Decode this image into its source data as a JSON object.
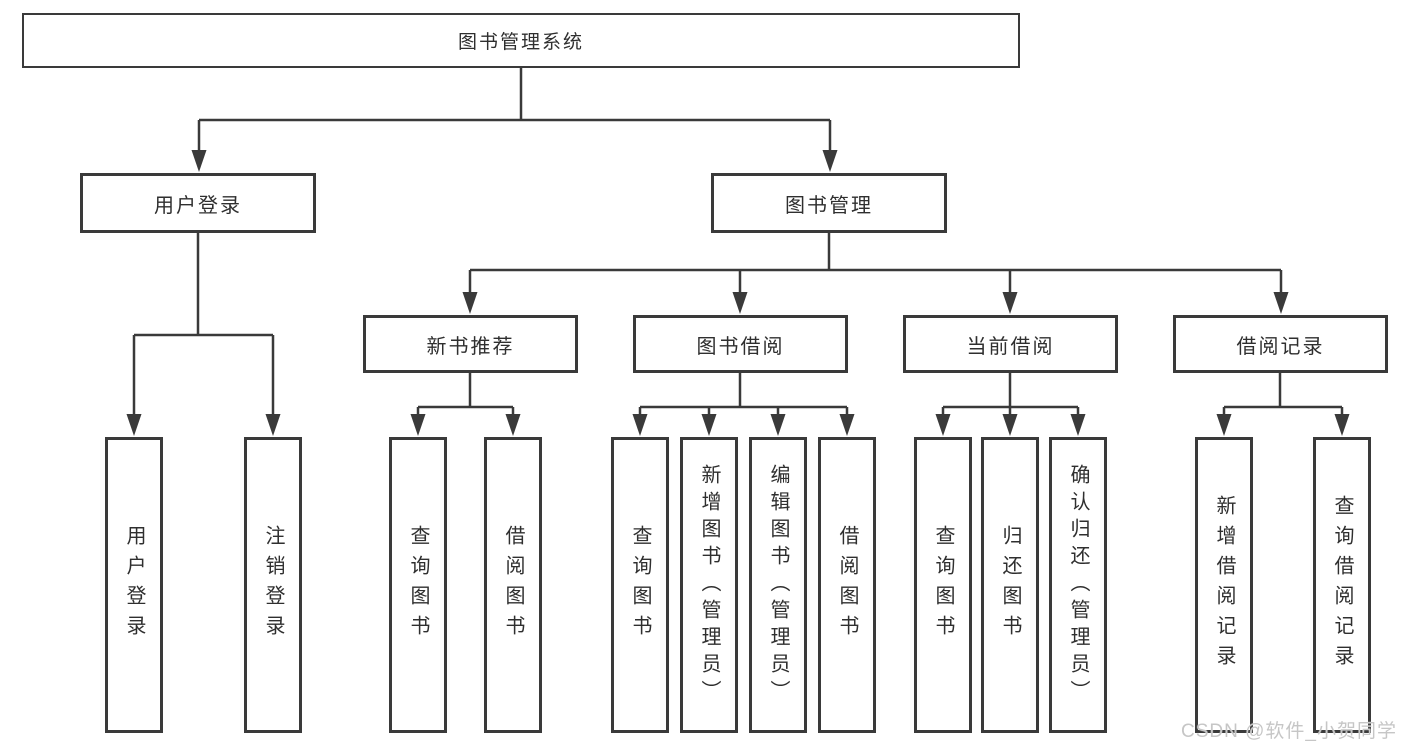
{
  "watermark": "CSDN @软件_小贺同学",
  "nodes": {
    "root": "图书管理系统",
    "user_login": "用户登录",
    "book_mgmt": "图书管理",
    "new_book_rec": "新书推荐",
    "book_borrow": "图书借阅",
    "current_borrow": "当前借阅",
    "borrow_record": "借阅记录",
    "leaf_user_login": "用户登录",
    "leaf_logout": "注销登录",
    "leaf_nb_query": "查询图书",
    "leaf_nb_borrow": "借阅图书",
    "leaf_bb_query": "查询图书",
    "leaf_bb_add": "新增图书（管理员）",
    "leaf_bb_edit": "编辑图书（管理员）",
    "leaf_bb_borrow": "借阅图书",
    "leaf_cb_query": "查询图书",
    "leaf_cb_return": "归还图书",
    "leaf_cb_confirm": "确认归还（管理员）",
    "leaf_br_add": "新增借阅记录",
    "leaf_br_query": "查询借阅记录"
  },
  "colors": {
    "line": "#3a3a3a",
    "text": "#2f2f2f",
    "watermark": "#c6c6c6"
  }
}
